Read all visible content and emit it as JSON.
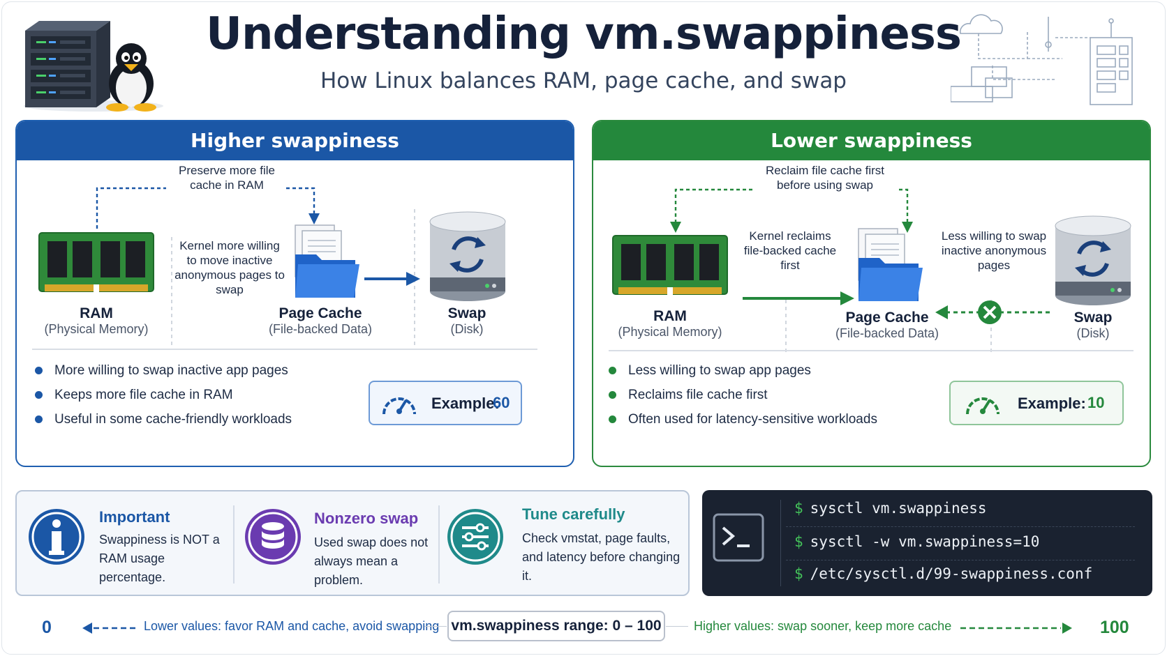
{
  "header": {
    "title": "Understanding vm.swappiness",
    "subtitle": "How Linux balances RAM, page cache, and swap"
  },
  "colors": {
    "blue": "#1b57a6",
    "green": "#24883c",
    "purple": "#6a3bb0",
    "teal": "#1f8a8a",
    "dark": "#1a2230"
  },
  "higher": {
    "title": "Higher swappiness",
    "arrow_note": "Preserve more file cache in RAM",
    "kernel_note": "Kernel more willing to move inactive anonymous pages to swap",
    "ram": {
      "label": "RAM",
      "sub": "(Physical Memory)"
    },
    "cache": {
      "label": "Page Cache",
      "sub": "(File-backed Data)"
    },
    "swap": {
      "label": "Swap",
      "sub": "(Disk)"
    },
    "bullets": [
      "More willing to swap inactive app pages",
      "Keeps more file cache in RAM",
      "Useful in some cache-friendly workloads"
    ],
    "example_label": "Example:",
    "example_value": "60"
  },
  "lower": {
    "title": "Lower swappiness",
    "arrow_note": "Reclaim file cache first before using swap",
    "kernel_note": "Kernel reclaims file-backed cache first",
    "swap_note": "Less willing to swap inactive anonymous pages",
    "ram": {
      "label": "RAM",
      "sub": "(Physical Memory)"
    },
    "cache": {
      "label": "Page Cache",
      "sub": "(File-backed Data)"
    },
    "swap": {
      "label": "Swap",
      "sub": "(Disk)"
    },
    "bullets": [
      "Less willing to swap app pages",
      "Reclaims file cache first",
      "Often used for latency-sensitive workloads"
    ],
    "example_label": "Example:",
    "example_value": "10"
  },
  "info": [
    {
      "icon": "info-icon",
      "title": "Important",
      "text": "Swappiness is NOT a RAM usage percentage."
    },
    {
      "icon": "database-icon",
      "title": "Nonzero swap",
      "text": "Used swap does not always mean a problem."
    },
    {
      "icon": "sliders-icon",
      "title": "Tune carefully",
      "text": "Check vmstat, page faults, and latency before changing it."
    }
  ],
  "terminal": {
    "prompt": "$",
    "commands": [
      "sysctl vm.swappiness",
      "sysctl -w vm.swappiness=10",
      "/etc/sysctl.d/99-swappiness.conf"
    ]
  },
  "range": {
    "min": "0",
    "max": "100",
    "low_text": "Lower values: favor RAM and cache, avoid swapping",
    "high_text": "Higher values: swap sooner, keep more cache",
    "label": "vm.swappiness range: 0 – 100"
  }
}
